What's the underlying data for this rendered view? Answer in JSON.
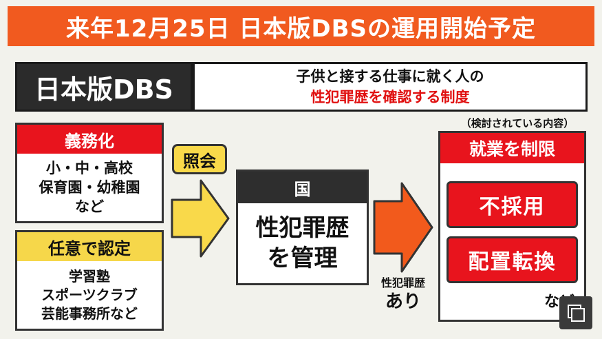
{
  "banner": {
    "title": "来年12月25日 日本版DBSの運用開始予定"
  },
  "definition": {
    "label": "日本版DBS",
    "line1": "子供と接する仕事に就く人の",
    "line2": "性犯罪歴を確認する制度"
  },
  "mandatory": {
    "heading": "義務化",
    "lines": [
      "小・中・高校",
      "保育園・幼稚園",
      "など"
    ]
  },
  "voluntary": {
    "heading": "任意で認定",
    "lines": [
      "学習塾",
      "スポーツクラブ",
      "芸能事務所など"
    ]
  },
  "inquiry": {
    "label": "照会"
  },
  "country": {
    "heading": "国",
    "lines": [
      "性犯罪歴",
      "を管理"
    ]
  },
  "record": {
    "line1": "性犯罪歴",
    "line2": "あり"
  },
  "under_review": {
    "label": "（検討されている内容）"
  },
  "restriction": {
    "heading": "就業を制限",
    "option1": "不採用",
    "option2": "配置転換",
    "etc": "など"
  },
  "colors": {
    "banner": "#f15a1f",
    "red": "#e8141d",
    "yellow": "#f9d94a",
    "dark": "#2b2b2b"
  }
}
